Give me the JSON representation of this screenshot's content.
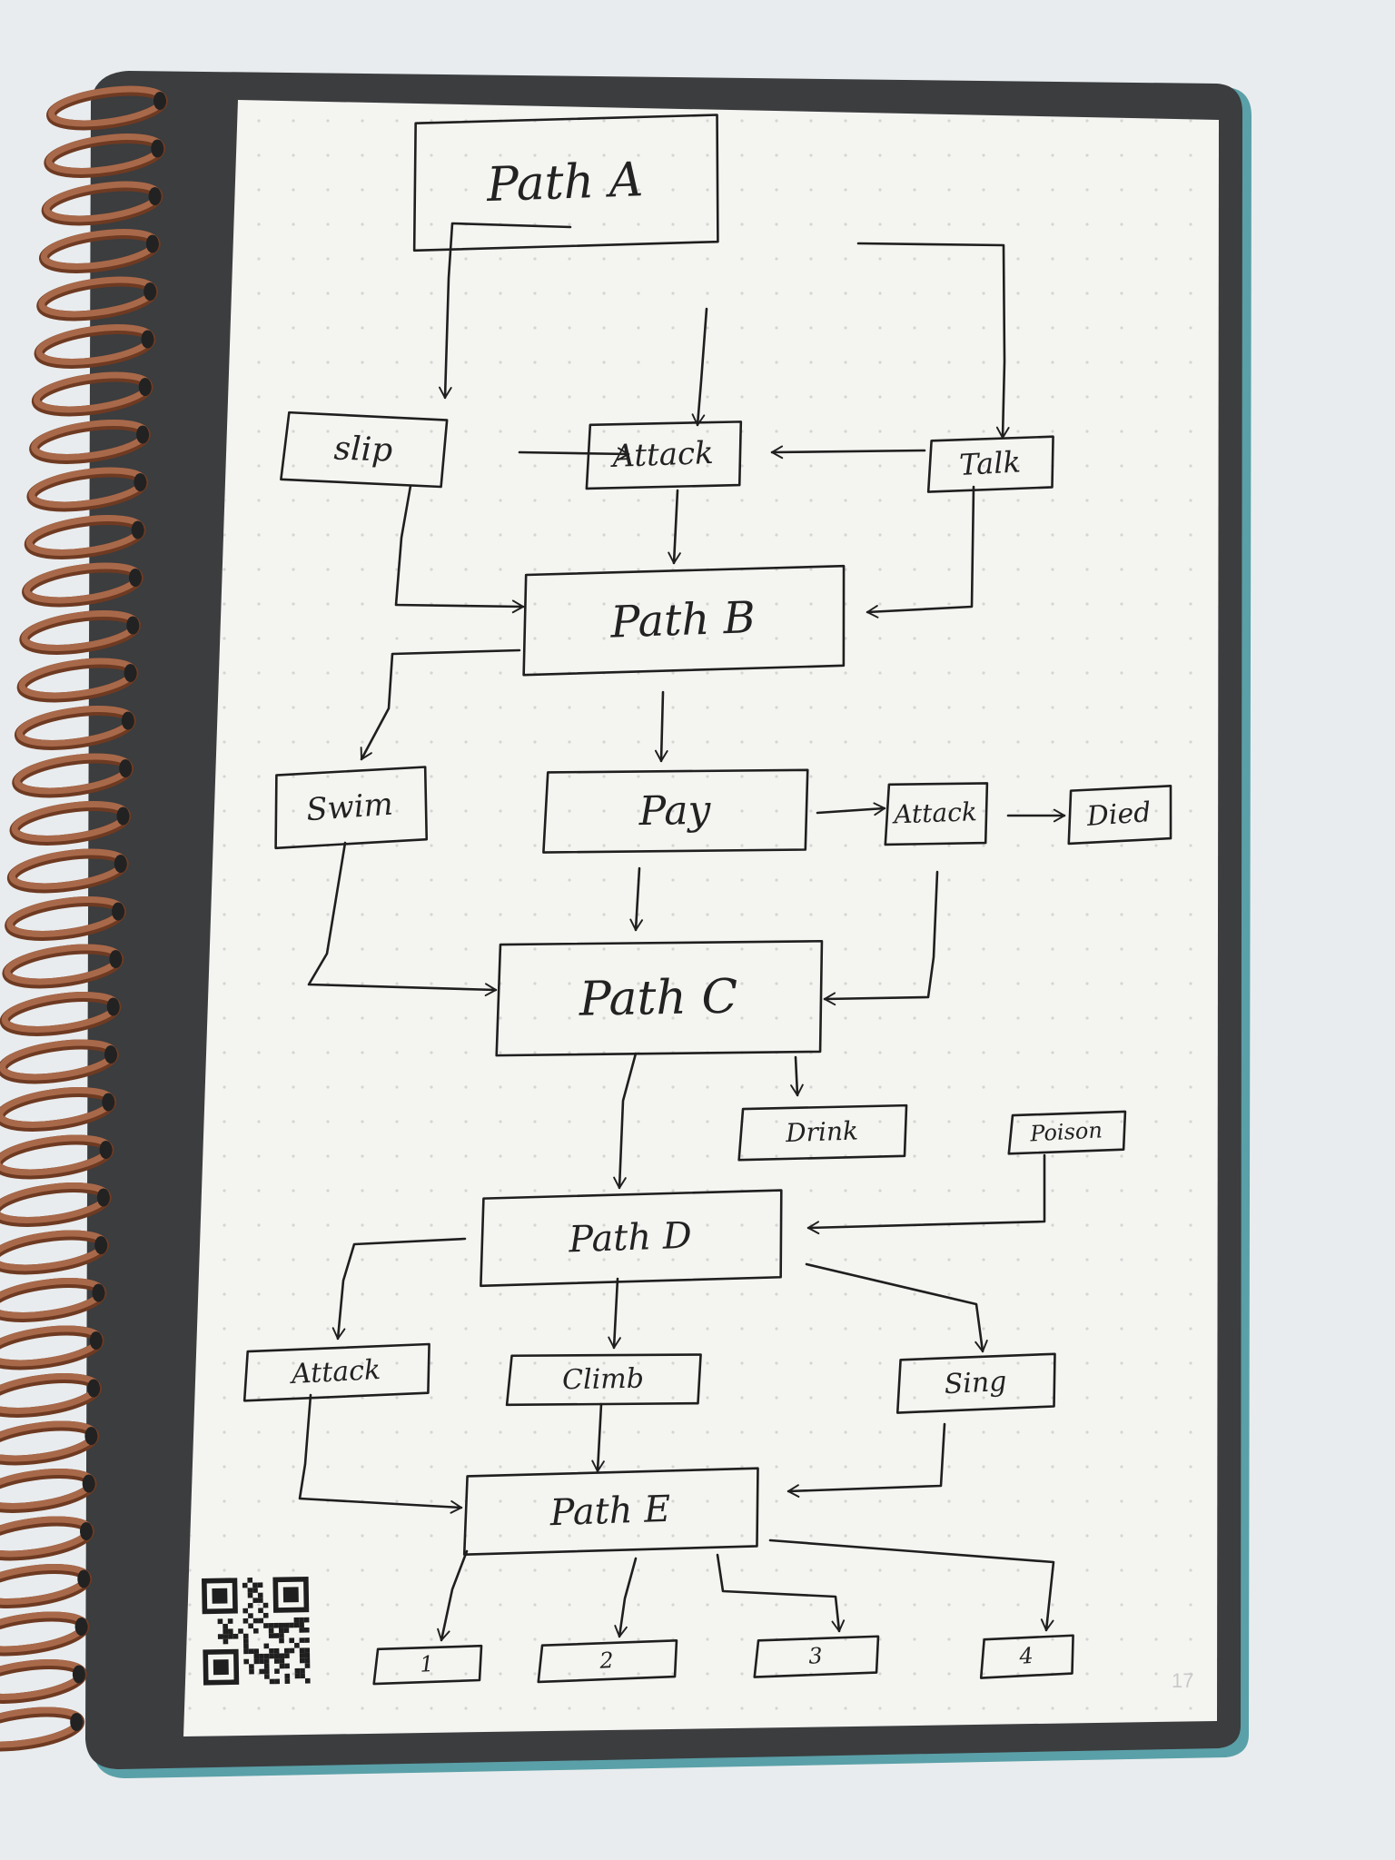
{
  "colors": {
    "background": "#e9ecee",
    "cover": "#3b3d3f",
    "cover_edge": "#5aa0a8",
    "paper": "#f4f4f1",
    "ink": "#1f1f1f",
    "spiral": "#9a5a3a",
    "dot_grid": "#c9c9c9"
  },
  "page_number": "17",
  "diagram": {
    "nodes": [
      {
        "id": "path-a",
        "label": "Path A"
      },
      {
        "id": "slip",
        "label": "slip"
      },
      {
        "id": "attack-1",
        "label": "Attack"
      },
      {
        "id": "talk",
        "label": "Talk"
      },
      {
        "id": "path-b",
        "label": "Path B"
      },
      {
        "id": "swim",
        "label": "Swim"
      },
      {
        "id": "pay",
        "label": "Pay"
      },
      {
        "id": "attack-2",
        "label": "Attack"
      },
      {
        "id": "died",
        "label": "Died"
      },
      {
        "id": "path-c",
        "label": "Path C"
      },
      {
        "id": "drink",
        "label": "Drink"
      },
      {
        "id": "poison",
        "label": "Poison"
      },
      {
        "id": "path-d",
        "label": "Path D"
      },
      {
        "id": "attack-3",
        "label": "Attack"
      },
      {
        "id": "climb",
        "label": "Climb"
      },
      {
        "id": "sing",
        "label": "Sing"
      },
      {
        "id": "path-e",
        "label": "Path E"
      },
      {
        "id": "end-1",
        "label": "1"
      },
      {
        "id": "end-2",
        "label": "2"
      },
      {
        "id": "end-3",
        "label": "3"
      },
      {
        "id": "end-4",
        "label": "4"
      }
    ],
    "edges": [
      [
        "path-a",
        "slip"
      ],
      [
        "path-a",
        "attack-1"
      ],
      [
        "path-a",
        "talk"
      ],
      [
        "slip",
        "attack-1"
      ],
      [
        "talk",
        "attack-1"
      ],
      [
        "slip",
        "path-b"
      ],
      [
        "attack-1",
        "path-b"
      ],
      [
        "talk",
        "path-b"
      ],
      [
        "path-b",
        "swim"
      ],
      [
        "path-b",
        "pay"
      ],
      [
        "pay",
        "attack-2"
      ],
      [
        "attack-2",
        "died"
      ],
      [
        "swim",
        "path-c"
      ],
      [
        "pay",
        "path-c"
      ],
      [
        "attack-2",
        "path-c"
      ],
      [
        "path-c",
        "path-d"
      ],
      [
        "path-c",
        "drink"
      ],
      [
        "drink",
        "poison"
      ],
      [
        "poison",
        "path-d"
      ],
      [
        "path-d",
        "attack-3"
      ],
      [
        "path-d",
        "climb"
      ],
      [
        "path-d",
        "sing"
      ],
      [
        "attack-3",
        "path-e"
      ],
      [
        "climb",
        "path-e"
      ],
      [
        "sing",
        "path-e"
      ],
      [
        "path-e",
        "end-1"
      ],
      [
        "path-e",
        "end-2"
      ],
      [
        "path-e",
        "end-3"
      ],
      [
        "path-e",
        "end-4"
      ]
    ]
  }
}
